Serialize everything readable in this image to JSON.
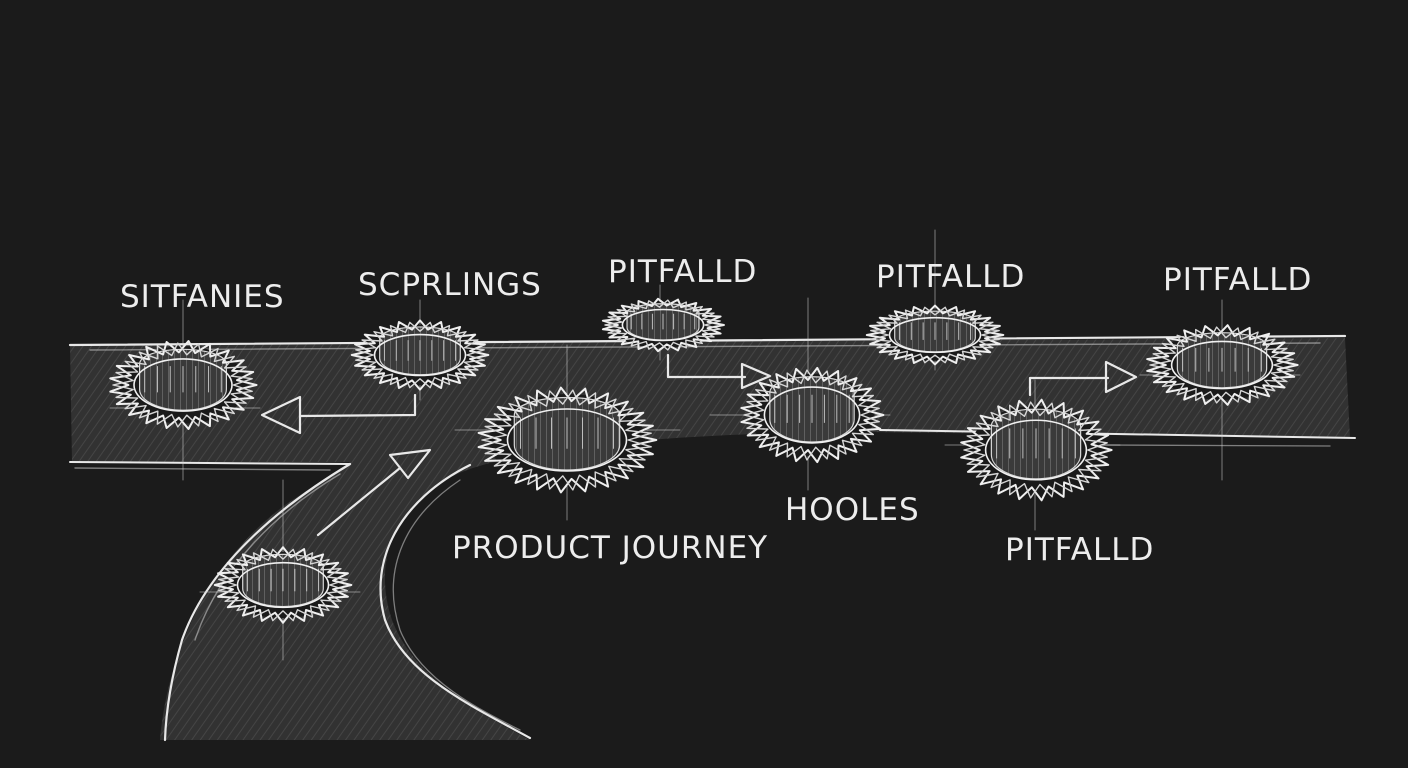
{
  "diagram": {
    "colors": {
      "background": "#1b1b1b",
      "road": "#343434",
      "chalk": "#e8e8e8"
    },
    "labels": {
      "sitfanies": "SITFANIES",
      "scprlings": "SCPRLINGS",
      "pitfall_1": "PITFALLD",
      "pitfall_2": "PITFALLD",
      "pitfall_3": "PITFALLD",
      "pitfall_4": "PITFALLD",
      "hooles": "HOOLES",
      "product_journey": "PRODUCT JOURNEY"
    }
  }
}
